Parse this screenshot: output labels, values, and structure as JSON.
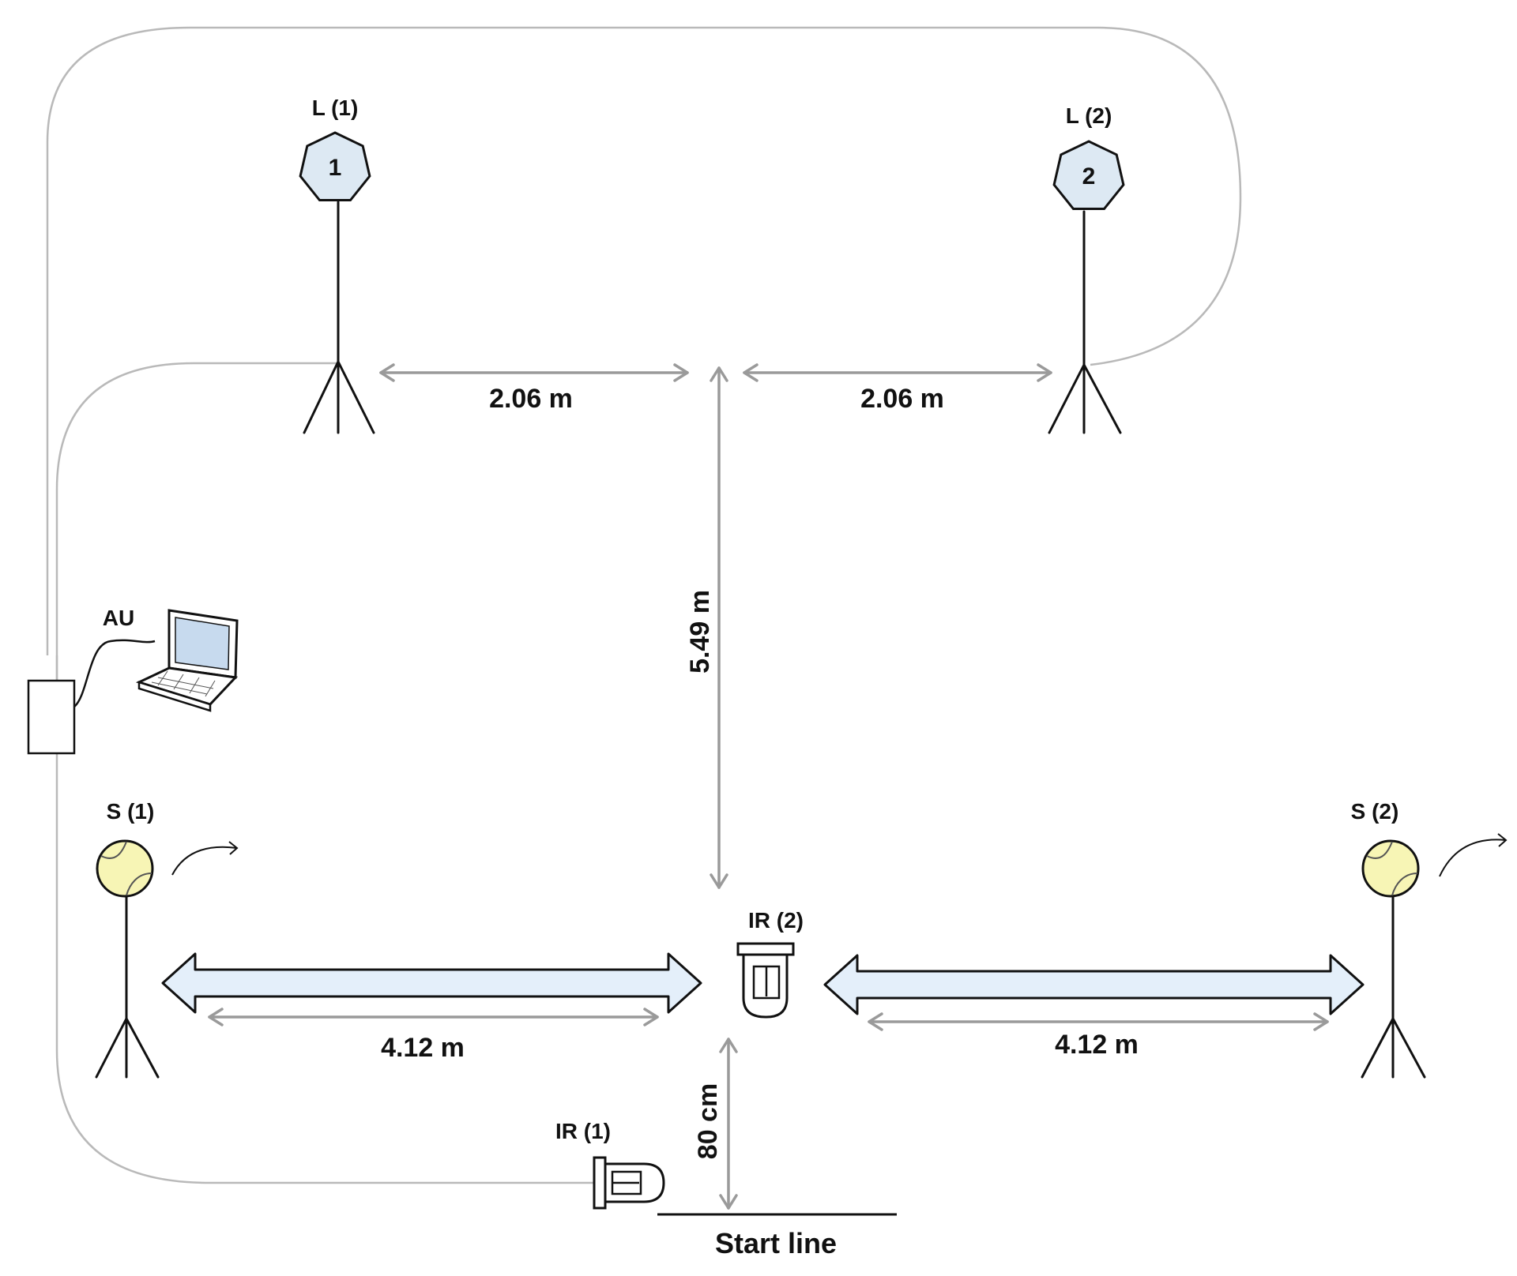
{
  "labels": {
    "light1": "L (1)",
    "light2": "L (2)",
    "light1_number": "1",
    "light2_number": "2",
    "speaker1": "S (1)",
    "speaker2": "S (2)",
    "ir1": "IR (1)",
    "ir2": "IR (2)",
    "analysis_unit": "AU",
    "start_line": "Start line"
  },
  "dimensions": {
    "lights_left": "2.06 m",
    "lights_right": "2.06 m",
    "vertical": "5.49 m",
    "speakers_left": "4.12 m",
    "speakers_right": "4.12 m",
    "ir_to_start": "80 cm"
  },
  "colors": {
    "light_fill": "#dde9f3",
    "ball_fill": "#f7f5b5",
    "arrow_fill": "#e4effa",
    "cable": "#b9b9b9",
    "dimension": "#9a9a9a",
    "laptop_screen": "#c7daee"
  },
  "icons": {
    "light": "heptagon-light-icon",
    "speaker": "tennis-ball-icon",
    "sensor": "infrared-sensor-icon",
    "computer": "laptop-icon"
  }
}
